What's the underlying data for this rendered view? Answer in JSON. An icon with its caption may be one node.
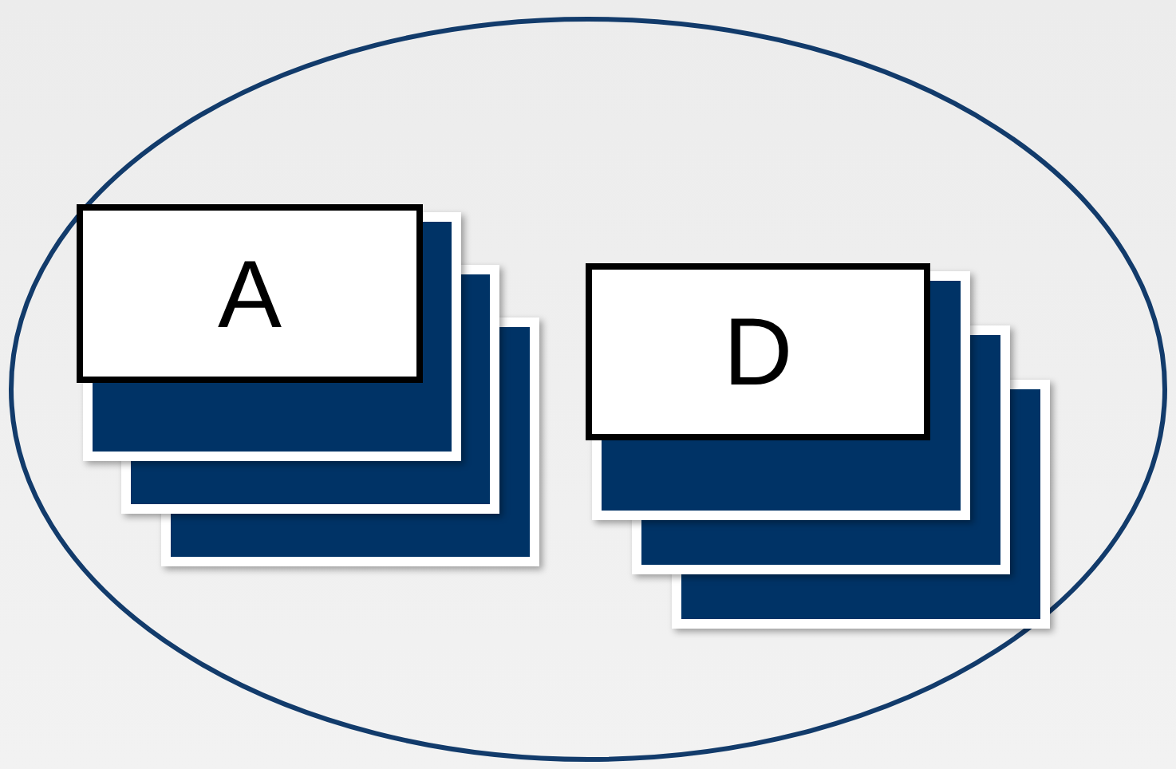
{
  "diagram": {
    "nodes": [
      {
        "text": [],
        "shape": "ellipse"
      },
      {
        "text": [
          "A"
        ],
        "in": 0
      },
      {
        "text": [
          "D"
        ],
        "in": 0
      }
    ]
  }
}
